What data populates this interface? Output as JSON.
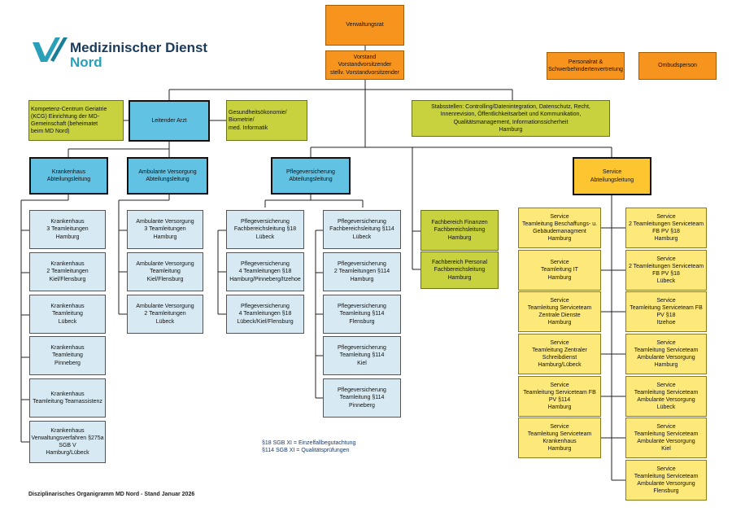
{
  "logo": {
    "line1": "Medizinischer Dienst",
    "line2": "Nord"
  },
  "colors": {
    "orange": "#f7941d",
    "lime": "#c7d23e",
    "blue": "#62c2e4",
    "lightblue": "#d7eaf3",
    "yellow": "#fde87a",
    "gold": "#fdc52f"
  },
  "top": {
    "verwaltungsrat": "Verwaltungsrat",
    "vorstand": [
      "Vorstand",
      "Vorstandvorsitzender",
      "stellv. Vorstandvorsitzender"
    ],
    "personalrat": [
      "Personalrat &",
      "Schwerbehindertenvertretung"
    ],
    "ombudsperson": "Ombudsperson"
  },
  "level2": {
    "kcg": [
      "Kompetenz-Centrum Geriatrie",
      "(KCG) Einrichtung der MD-",
      "Gemeinschaft (beheimatet",
      "beim MD Nord)"
    ],
    "leitender_arzt": "Leitender Arzt",
    "gesundheit": [
      "Gesundheitsökonomie/",
      "Biometrie/",
      "med. Informatik"
    ],
    "stabsstellen": [
      "Stabsstellen: Controlling/Datenintegration, Datenschutz, Recht,",
      "Innenrevision, Öffentlichkeitsarbeit und Kommunikation,",
      "Qualitätsmanagement, Informationssicherheit",
      "Hamburg"
    ]
  },
  "departments": {
    "krankenhaus": [
      "Krankenhaus",
      "Abteilungsleitung"
    ],
    "ambulant": [
      "Ambulante Versorgung",
      "Abteilungsleitung"
    ],
    "pflege": [
      "Pflegeversicherung",
      "Abteilungsleitung"
    ],
    "service": [
      "Service",
      "Abteilungsleitung"
    ]
  },
  "krankenhaus_teams": [
    [
      "Krankenhaus",
      "3 Teamleitungen",
      "Hamburg"
    ],
    [
      "Krankenhaus",
      "2 Teamleitungen",
      "Kiel/Flensburg"
    ],
    [
      "Krankenhaus",
      "Teamleitung",
      "Lübeck"
    ],
    [
      "Krankenhaus",
      "Teamleitung",
      "Pinneberg"
    ],
    [
      "Krankenhaus",
      "Teamleitung Teamassistenz"
    ],
    [
      "Krankenhaus",
      "Verwaltungsverfahren §275a",
      "SGB V",
      "Hamburg/Lübeck"
    ]
  ],
  "ambulant_teams": [
    [
      "Ambulante Versorgung",
      "3 Teamleitungen",
      "Hamburg"
    ],
    [
      "Ambulante Versorgung",
      "Teamleitung",
      "Kiel/Flensburg"
    ],
    [
      "Ambulante Versorgung",
      "2 Teamleitungen",
      "Lübeck"
    ]
  ],
  "pflege18": [
    [
      "Pflegeversicherung",
      "Fachbereichsleitung §18",
      "Lübeck"
    ],
    [
      "Pflegeversicherung",
      "4 Teamleitungen §18",
      "Hamburg/Pinneberg/Itzehoe"
    ],
    [
      "Pflegeversicherung",
      "4 Teamleitungen §18",
      "Lübeck/Kiel/Flensburg"
    ]
  ],
  "pflege114": [
    [
      "Pflegeversicherung",
      "Fachbereichsleitung §114",
      "Lübeck"
    ],
    [
      "Pflegeversicherung",
      "2 Teamleitungen §114",
      "Hamburg"
    ],
    [
      "Pflegeversicherung",
      "Teamleitung §114",
      "Flensburg"
    ],
    [
      "Pflegeversicherung",
      "Teamleitung §114",
      "Kiel"
    ],
    [
      "Pflegeversicherung",
      "Teamleitung  §114",
      "Pinneberg"
    ]
  ],
  "fachbereiche": [
    [
      "Fachbereich Finanzen",
      "Fachbereichsleitung",
      "Hamburg"
    ],
    [
      "Fachbereich Personal",
      "Fachbereichsleitung",
      "Hamburg"
    ]
  ],
  "service_left": [
    [
      "Service",
      "Teamleitung Beschaffungs- u.",
      "Gebäudemanagment",
      "Hamburg"
    ],
    [
      "Service",
      "Teamleitung IT",
      "Hamburg"
    ],
    [
      "Service",
      "Teamleitung Serviceteam",
      "Zentrale Dienste",
      "Hamburg"
    ],
    [
      "Service",
      "Teamleitung Zentraler",
      "Schreibdienst",
      "Hamburg/Lübeck"
    ],
    [
      "Service",
      "Teamleitung Serviceteam FB",
      "PV §114",
      "Hamburg"
    ],
    [
      "Service",
      "Teamleitung Serviceteam",
      "Krankenhaus",
      "Hamburg"
    ]
  ],
  "service_right": [
    [
      "Service",
      "2 Teamleitungen Serviceteam",
      "FB PV §18",
      "Hamburg"
    ],
    [
      "Service",
      "2 Teamleitungen Serviceteam",
      "FB PV §18",
      "Lübeck"
    ],
    [
      "Service",
      "Teamleitung Serviceteam FB",
      "PV §18",
      "Itzehoe"
    ],
    [
      "Service",
      "Teamleitung Serviceteam",
      "Ambulante Versorgung",
      "Hamburg"
    ],
    [
      "Service",
      "Teamleitung Serviceteam",
      "Ambulante Versorgung",
      "Lübeck"
    ],
    [
      "Service",
      "Teamleitung Serviceteam",
      "Ambulante Versorgung",
      "Kiel"
    ],
    [
      "Service",
      "Teamleitung Serviceteam",
      "Ambulante Versorgung",
      "Flensburg"
    ]
  ],
  "legend": [
    "§18 SGB XI = Einzelfallbegutachtung",
    "§114 SGB XI = Qualitätsprüfungen"
  ],
  "footer": "Disziplinarisches Organigramm MD Nord - Stand Januar 2026"
}
